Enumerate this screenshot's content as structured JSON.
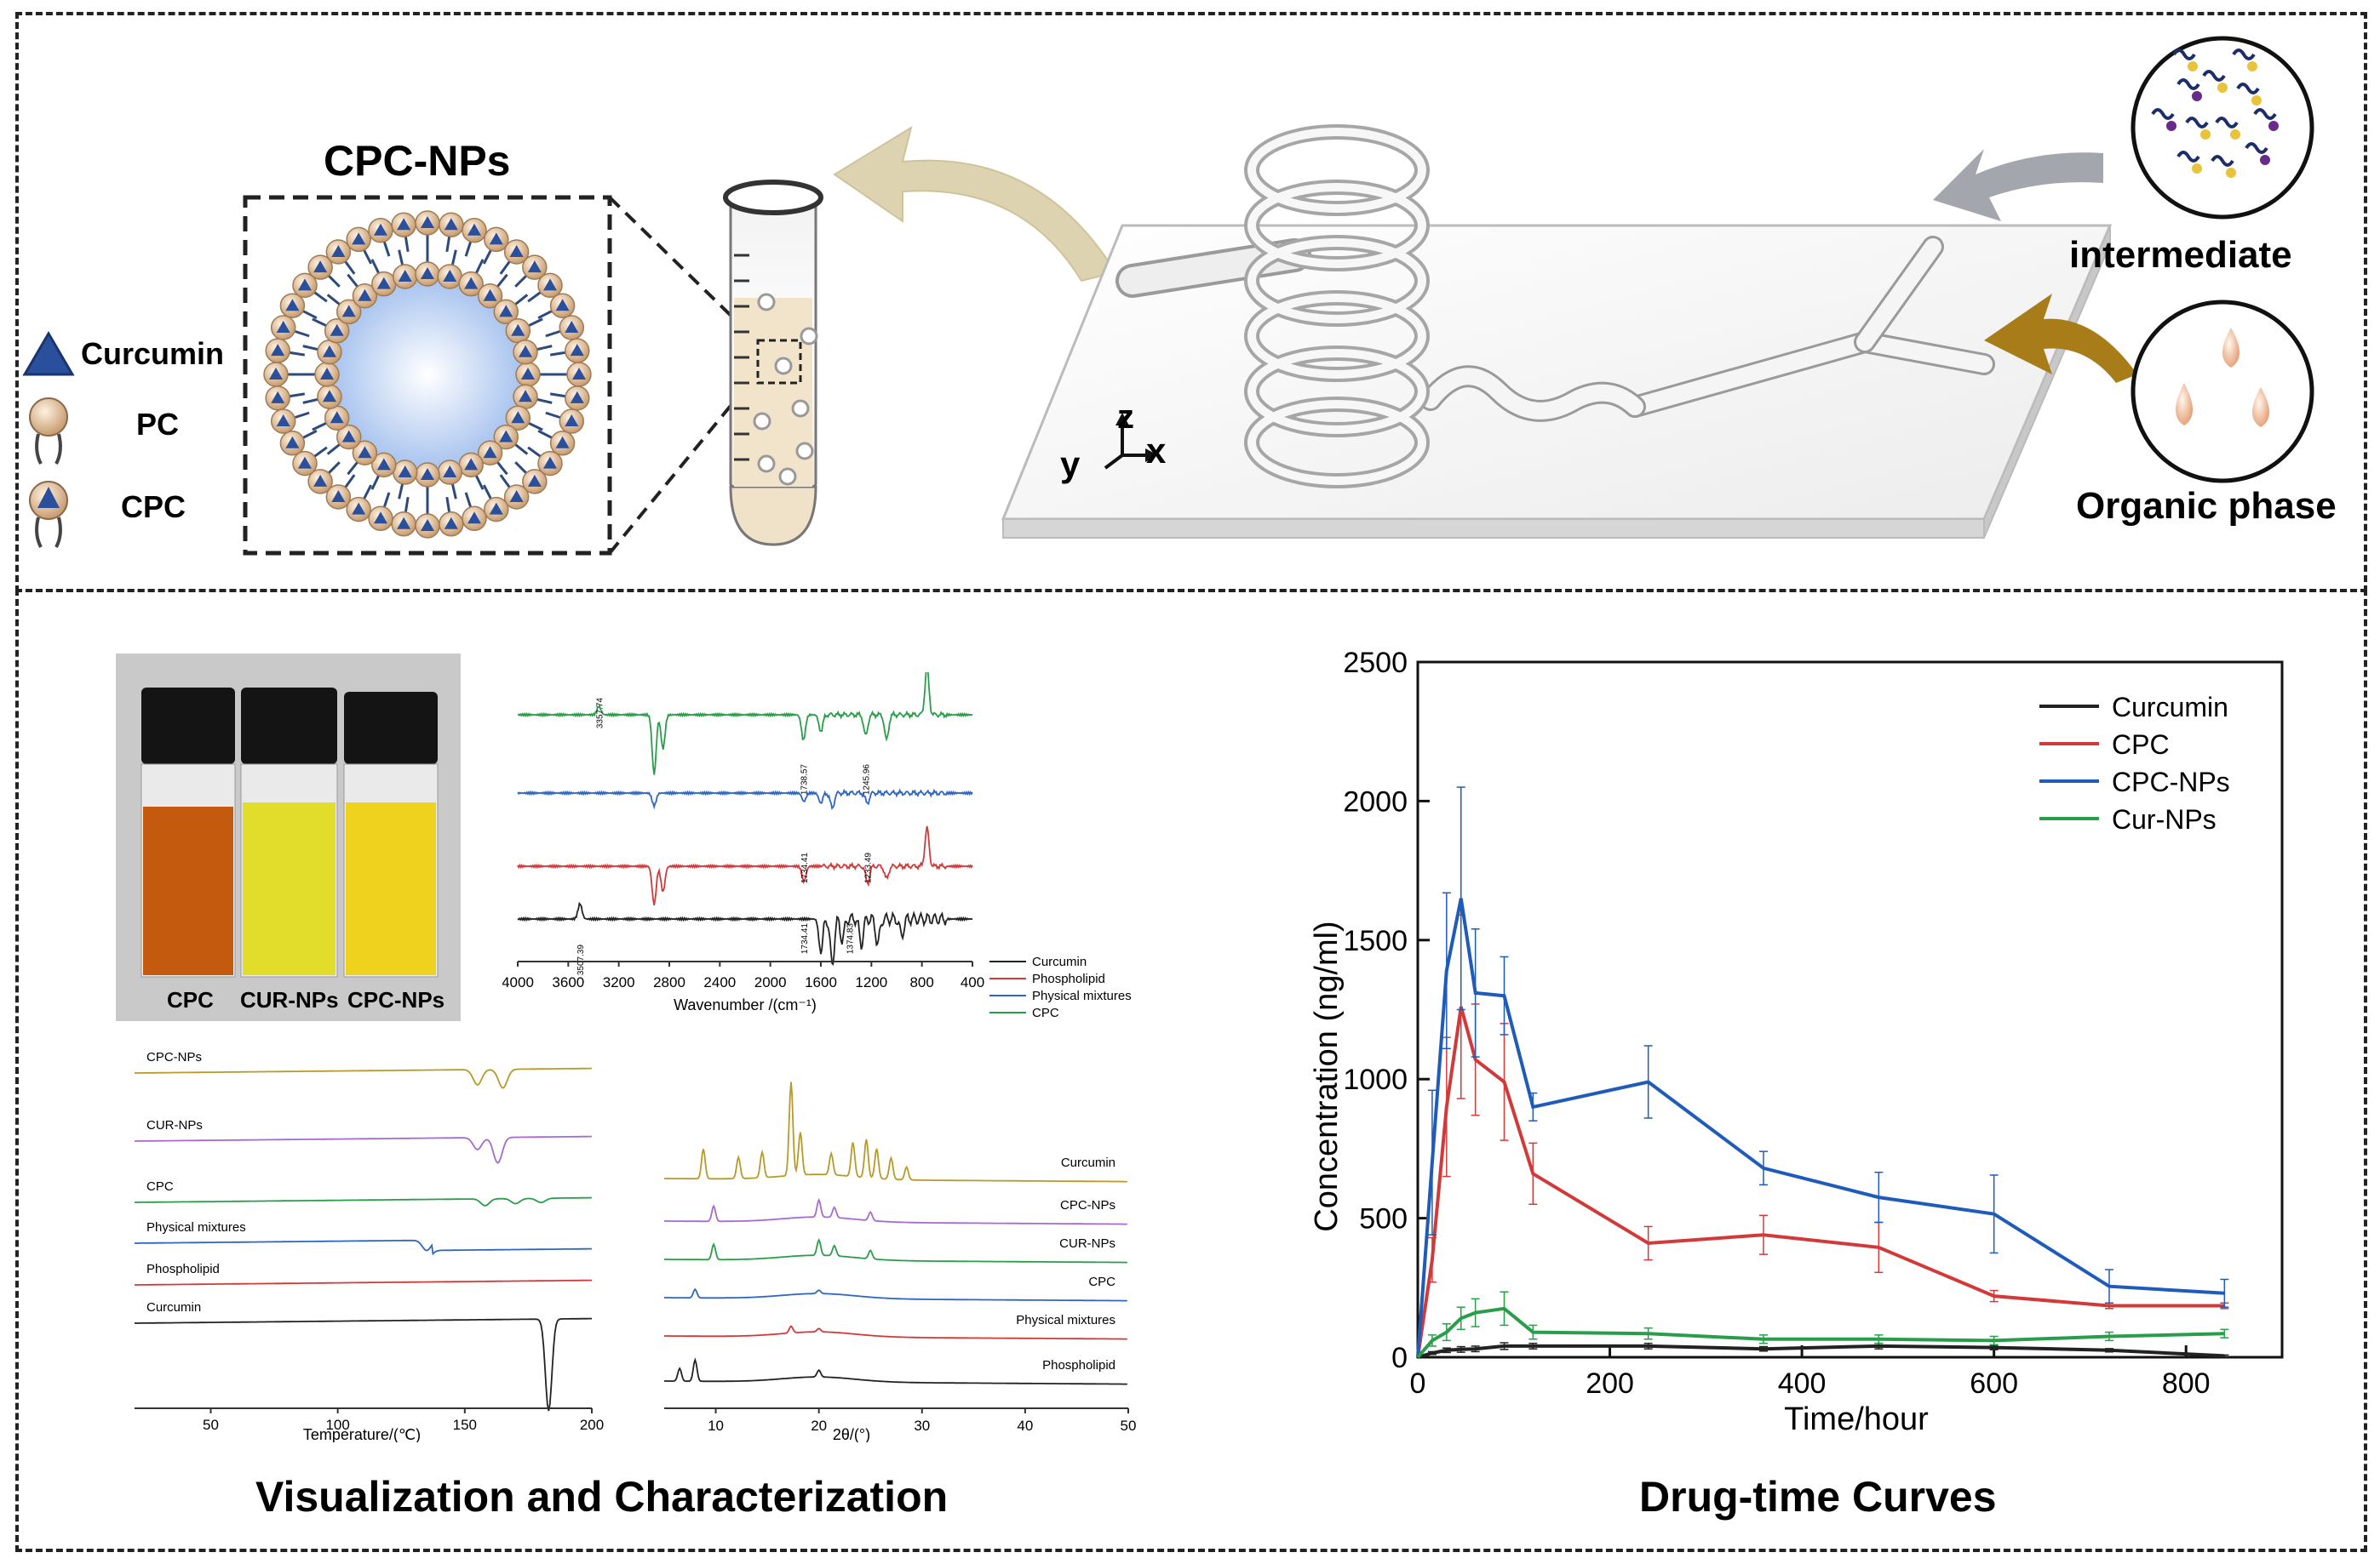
{
  "top": {
    "nanoparticle_title": "CPC-NPs",
    "legend": [
      {
        "label": "Curcumin",
        "icon": "triangle-icon"
      },
      {
        "label": "PC",
        "icon": "phospholipid-head-icon"
      },
      {
        "label": "CPC",
        "icon": "complex-head-icon"
      }
    ],
    "axes": {
      "z": "z",
      "y": "y",
      "x": "x"
    },
    "intermediate_label": "intermediate",
    "organic_label": "Organic phase",
    "colors": {
      "curcumin_blue": "#2a4f9c",
      "pc_tan": "#d9b48f",
      "arrow_tan": "#ddd3b0",
      "arrow_gold": "#a87d19",
      "arrow_gray": "#a3a6ad"
    }
  },
  "bottom_left": {
    "section_title": "Visualization and Characterization",
    "photo_labels": [
      "CPC",
      "CUR-NPs",
      "CPC-NPs"
    ],
    "ftir": {
      "xlabel": "Wavenumber /(cm⁻¹)",
      "ticks": [
        "4000",
        "3600",
        "3200",
        "2800",
        "2400",
        "2000",
        "1600",
        "1200",
        "800",
        "400"
      ],
      "legend": [
        "Curcumin",
        "Phospholipid",
        "Physical mixtures",
        "CPC"
      ],
      "peak_labels": [
        "3357.74",
        "1738.57",
        "1245.96",
        "1734.41",
        "1233.49",
        "1734.41",
        "1374.83",
        "3507.39"
      ],
      "colors": [
        "#222222",
        "#d23a3a",
        "#2f66c1",
        "#2a9d4a"
      ]
    },
    "dsc": {
      "xlabel": "Temperature/(℃)",
      "ticks": [
        "50",
        "100",
        "150",
        "200"
      ],
      "labels": [
        "CPC-NPs",
        "CUR-NPs",
        "CPC",
        "Physical mixtures",
        "Phospholipid",
        "Curcumin"
      ]
    },
    "xrd": {
      "xlabel": "2θ/(°)",
      "ticks": [
        "10",
        "20",
        "30",
        "40",
        "50"
      ],
      "labels": [
        "Curcumin",
        "CPC-NPs",
        "CUR-NPs",
        "CPC",
        "Physical mixtures",
        "Phospholipid"
      ]
    }
  },
  "bottom_right": {
    "section_title": "Drug-time Curves",
    "chart_data": {
      "type": "line",
      "title": "",
      "xlabel": "Time/hour",
      "ylabel": "Concentration (ng/ml)",
      "xlim": [
        0,
        900
      ],
      "ylim": [
        0,
        2500
      ],
      "x_ticks": [
        0,
        200,
        400,
        600,
        800
      ],
      "y_ticks": [
        0,
        500,
        1000,
        1500,
        2000,
        2500
      ],
      "legend_position": "top-right",
      "series": [
        {
          "name": "Curcumin",
          "color": "#222222",
          "x": [
            0,
            15,
            30,
            45,
            60,
            90,
            120,
            240,
            360,
            480,
            600,
            720,
            840
          ],
          "y": [
            0,
            15,
            25,
            28,
            30,
            40,
            40,
            40,
            30,
            40,
            35,
            25,
            5
          ],
          "err": [
            0,
            5,
            8,
            10,
            10,
            12,
            10,
            10,
            8,
            10,
            8,
            6,
            3
          ]
        },
        {
          "name": "CPC",
          "color": "#d23a3a",
          "x": [
            0,
            15,
            30,
            45,
            60,
            90,
            120,
            240,
            360,
            480,
            600,
            720,
            840
          ],
          "y": [
            0,
            350,
            900,
            1260,
            1070,
            990,
            660,
            410,
            440,
            395,
            220,
            185,
            185
          ],
          "err": [
            0,
            80,
            250,
            330,
            200,
            210,
            110,
            60,
            70,
            90,
            20,
            10,
            10
          ]
        },
        {
          "name": "CPC-NPs",
          "color": "#1f5bb8",
          "x": [
            0,
            15,
            30,
            45,
            60,
            90,
            120,
            240,
            360,
            480,
            600,
            720,
            840
          ],
          "y": [
            0,
            700,
            1390,
            1650,
            1310,
            1300,
            900,
            990,
            680,
            575,
            515,
            255,
            230
          ],
          "err": [
            0,
            260,
            280,
            400,
            230,
            140,
            50,
            130,
            60,
            90,
            140,
            60,
            50
          ]
        },
        {
          "name": "Cur-NPs",
          "color": "#2a9d4a",
          "x": [
            0,
            15,
            30,
            45,
            60,
            90,
            120,
            240,
            360,
            480,
            600,
            720,
            840
          ],
          "y": [
            0,
            60,
            90,
            140,
            160,
            175,
            90,
            85,
            65,
            65,
            60,
            75,
            85
          ],
          "err": [
            0,
            20,
            30,
            40,
            50,
            60,
            25,
            20,
            15,
            15,
            15,
            15,
            15
          ]
        }
      ]
    }
  }
}
